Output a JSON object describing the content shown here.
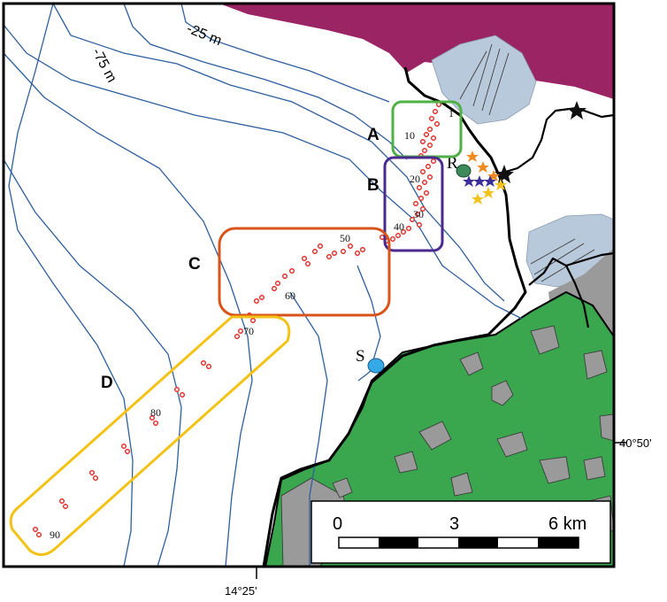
{
  "depth_labels": {
    "shallow": "-25 m",
    "deep": "-75 m"
  },
  "zones": [
    {
      "id": "A",
      "label": "A",
      "color": "#4fb043"
    },
    {
      "id": "B",
      "label": "B",
      "color": "#4a2a8e"
    },
    {
      "id": "C",
      "label": "C",
      "color": "#d9541a"
    },
    {
      "id": "D",
      "label": "D",
      "color": "#f2c316"
    }
  ],
  "sample_labels": [
    "1",
    "10",
    "20",
    "30",
    "40",
    "50",
    "60",
    "70",
    "80",
    "90"
  ],
  "sites": {
    "r": "R",
    "s": "S"
  },
  "coordinates": {
    "longitude": "14°25'",
    "latitude": "40°50'"
  },
  "scale_bar": {
    "tick_0": "0",
    "tick_mid": "3",
    "tick_end": "6 km"
  },
  "colors": {
    "volcanic": "#9b2564",
    "bluegray": "#b7c9da",
    "green": "#3aa64e",
    "gray": "#9a9a9a",
    "contour": "#2e5f9e",
    "sample": "#e8231e",
    "site_r": "#3d8a5a",
    "site_s": "#35a8e6",
    "star_orange": "#f08a1e",
    "star_blue": "#3a2f9a",
    "star_yellow": "#f4c21c"
  }
}
